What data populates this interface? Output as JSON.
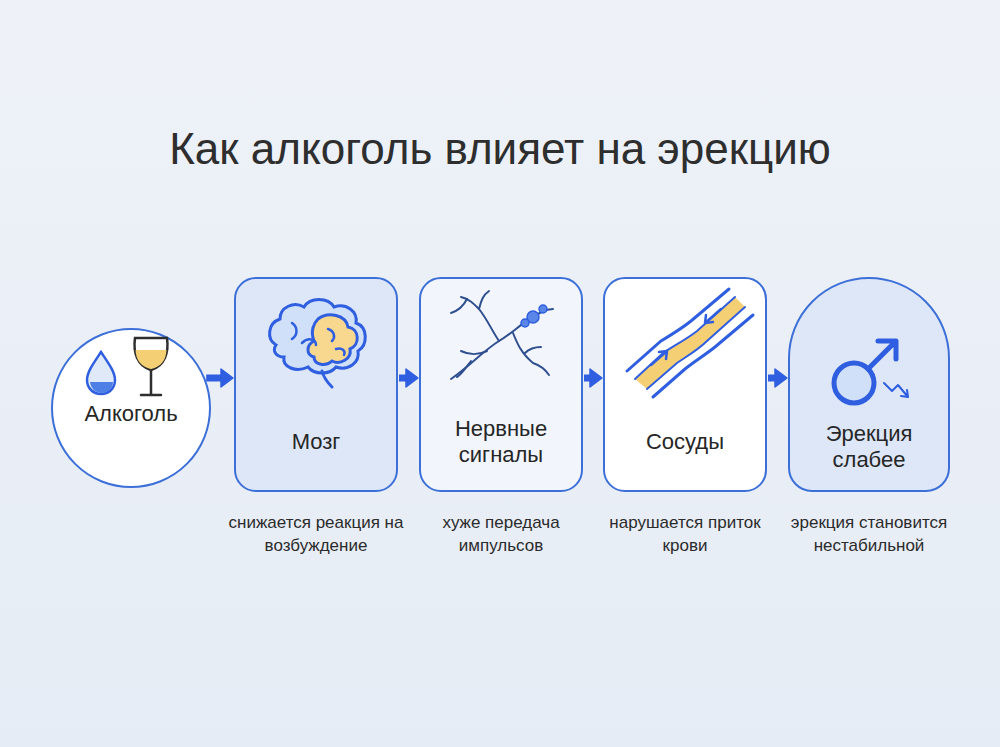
{
  "diagram": {
    "title": "Как алкоголь влияет на эрекцию",
    "nodes": [
      {
        "text": [
          "Алкоголь"
        ]
      },
      {
        "text": [
          "Мозг",
          "снижается реакция на возбуждение"
        ]
      },
      {
        "text": [
          "Нервные сигналы",
          "хуже передача импульсов"
        ]
      },
      {
        "text": [
          "Сосуды",
          "нарушается приток крови"
        ]
      },
      {
        "text": [
          "Эрекция слабее",
          "эрекция становится нестабильной"
        ]
      }
    ],
    "edges": [
      {
        "from": 0,
        "to": 1,
        "arrow": "to"
      },
      {
        "from": 1,
        "to": 2,
        "arrow": "to"
      },
      {
        "from": 2,
        "to": 3,
        "arrow": "to"
      },
      {
        "from": 3,
        "to": 4,
        "arrow": "to"
      }
    ]
  }
}
